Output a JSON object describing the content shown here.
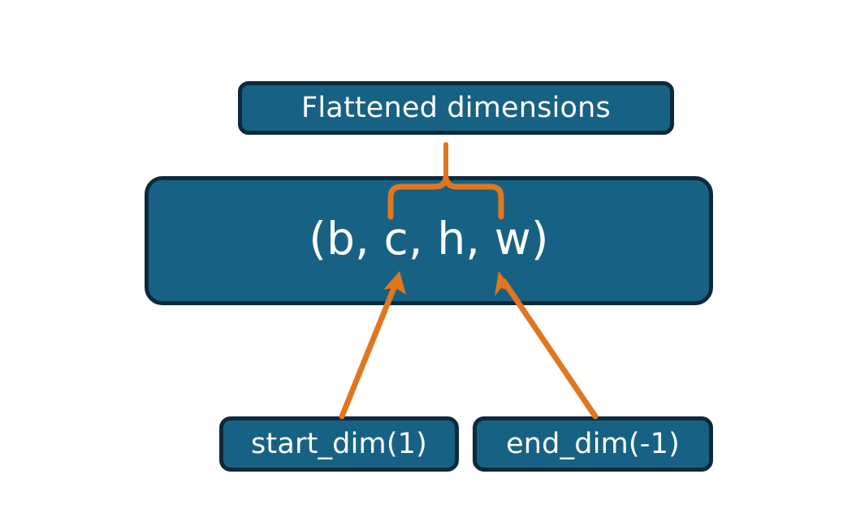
{
  "diagram": {
    "title_text": "Flattened dimensions",
    "type": "flowchart",
    "colors": {
      "node_fill": "#176284",
      "node_border": "#0c2a3c",
      "node_text": "#ffffff",
      "connector": "#e2761e",
      "background": "#ffffff"
    },
    "nodes": {
      "flattened": {
        "label": "Flattened dimensions"
      },
      "shape": {
        "label": "(b, c, h, w)"
      },
      "start_dim": {
        "label": "start_dim(1)"
      },
      "end_dim": {
        "label": "end_dim(-1)"
      }
    },
    "connectors": [
      {
        "name": "brace-to-flattened",
        "icon": "curly-brace-up-icon",
        "from": "shape",
        "to": "flattened"
      },
      {
        "name": "arrow-start-dim-to-shape",
        "icon": "arrow-up-right-icon",
        "from": "start_dim",
        "to": "shape"
      },
      {
        "name": "arrow-end-dim-to-shape",
        "icon": "arrow-up-left-icon",
        "from": "end_dim",
        "to": "shape"
      }
    ]
  }
}
